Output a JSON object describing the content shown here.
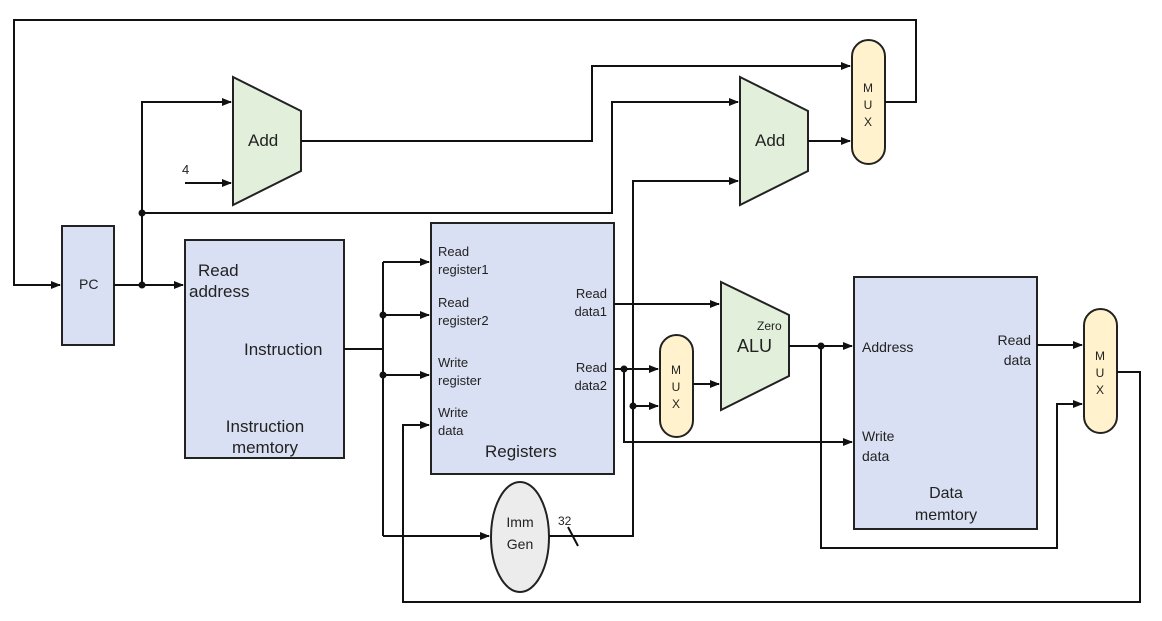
{
  "pc": {
    "label": "PC"
  },
  "add_pc": {
    "label": "Add",
    "constant": "4"
  },
  "add_branch": {
    "label": "Add"
  },
  "instruction_memory": {
    "read_address_line1": "Read",
    "read_address_line2": "address",
    "instruction_label": "Instruction",
    "title_line1": "Instruction",
    "title_line2": "memtory"
  },
  "registers": {
    "read_register1_line1": "Read",
    "read_register1_line2": "register1",
    "read_register2_line1": "Read",
    "read_register2_line2": "register2",
    "write_register_line1": "Write",
    "write_register_line2": "register",
    "write_data_line1": "Write",
    "write_data_line2": "data",
    "read_data1_line1": "Read",
    "read_data1_line2": "data1",
    "read_data2_line1": "Read",
    "read_data2_line2": "data2",
    "title": "Registers"
  },
  "imm_gen": {
    "line1": "Imm",
    "line2": "Gen",
    "bus_width": "32"
  },
  "alu": {
    "label": "ALU",
    "zero_label": "Zero"
  },
  "data_memory": {
    "address_label": "Address",
    "read_data_line1": "Read",
    "read_data_line2": "data",
    "write_data_line1": "Write",
    "write_data_line2": "data",
    "title_line1": "Data",
    "title_line2": "memtory"
  },
  "mux": {
    "letters": [
      "M",
      "U",
      "X"
    ]
  },
  "colors": {
    "block_fill": "#dae0f3",
    "adder_fill": "#e2efda",
    "mux_fill": "#fff2cc",
    "imm_fill": "#ececec",
    "stroke": "#222222"
  }
}
